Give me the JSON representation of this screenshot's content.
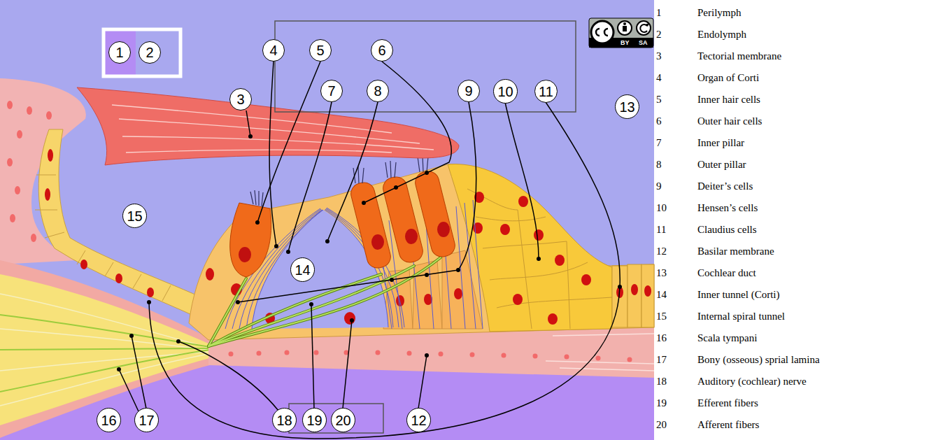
{
  "diagram": {
    "nodes": [
      {
        "text": [
          "1"
        ]
      },
      {
        "text": [
          "2"
        ]
      },
      {
        "text": [
          "4"
        ]
      },
      {
        "text": [
          "5"
        ]
      },
      {
        "text": [
          "6"
        ]
      },
      {
        "text": [
          "3"
        ]
      },
      {
        "text": [
          "7"
        ]
      },
      {
        "text": [
          "8"
        ]
      },
      {
        "text": [
          "9"
        ]
      },
      {
        "text": [
          "10"
        ]
      },
      {
        "text": [
          "11"
        ]
      },
      {
        "text": [
          "13"
        ]
      },
      {
        "text": [
          "15"
        ]
      },
      {
        "text": [
          "14"
        ]
      },
      {
        "text": [
          "16"
        ]
      },
      {
        "text": [
          "17"
        ]
      },
      {
        "text": [
          "18"
        ]
      },
      {
        "text": [
          "19"
        ]
      },
      {
        "text": [
          "20"
        ]
      },
      {
        "text": [
          "12"
        ]
      }
    ],
    "labels": [
      "1",
      "Perilymph",
      "2",
      "Endolymph",
      "3",
      "Tectorial membrane",
      "4",
      "Organ of Corti",
      "5",
      "Inner hair cells",
      "6",
      "Outer hair cells",
      "7",
      "Inner pillar",
      "8",
      "Outer pillar",
      "9",
      "Deiter’s cells",
      "10",
      "Hensen’s cells",
      "11",
      "Claudius cells",
      "12",
      "Basilar membrane",
      "13",
      "Cochlear duct",
      "14",
      "Inner tunnel (Corti)",
      "15",
      "Internal spiral tunnel",
      "16",
      "Scala tympani",
      "17",
      "Bony (osseous) sprial lamina",
      "18",
      "Auditory (cochlear) nerve",
      "19",
      "Efferent fibers",
      "20",
      "Afferent fibers",
      "BY",
      "SA"
    ]
  }
}
